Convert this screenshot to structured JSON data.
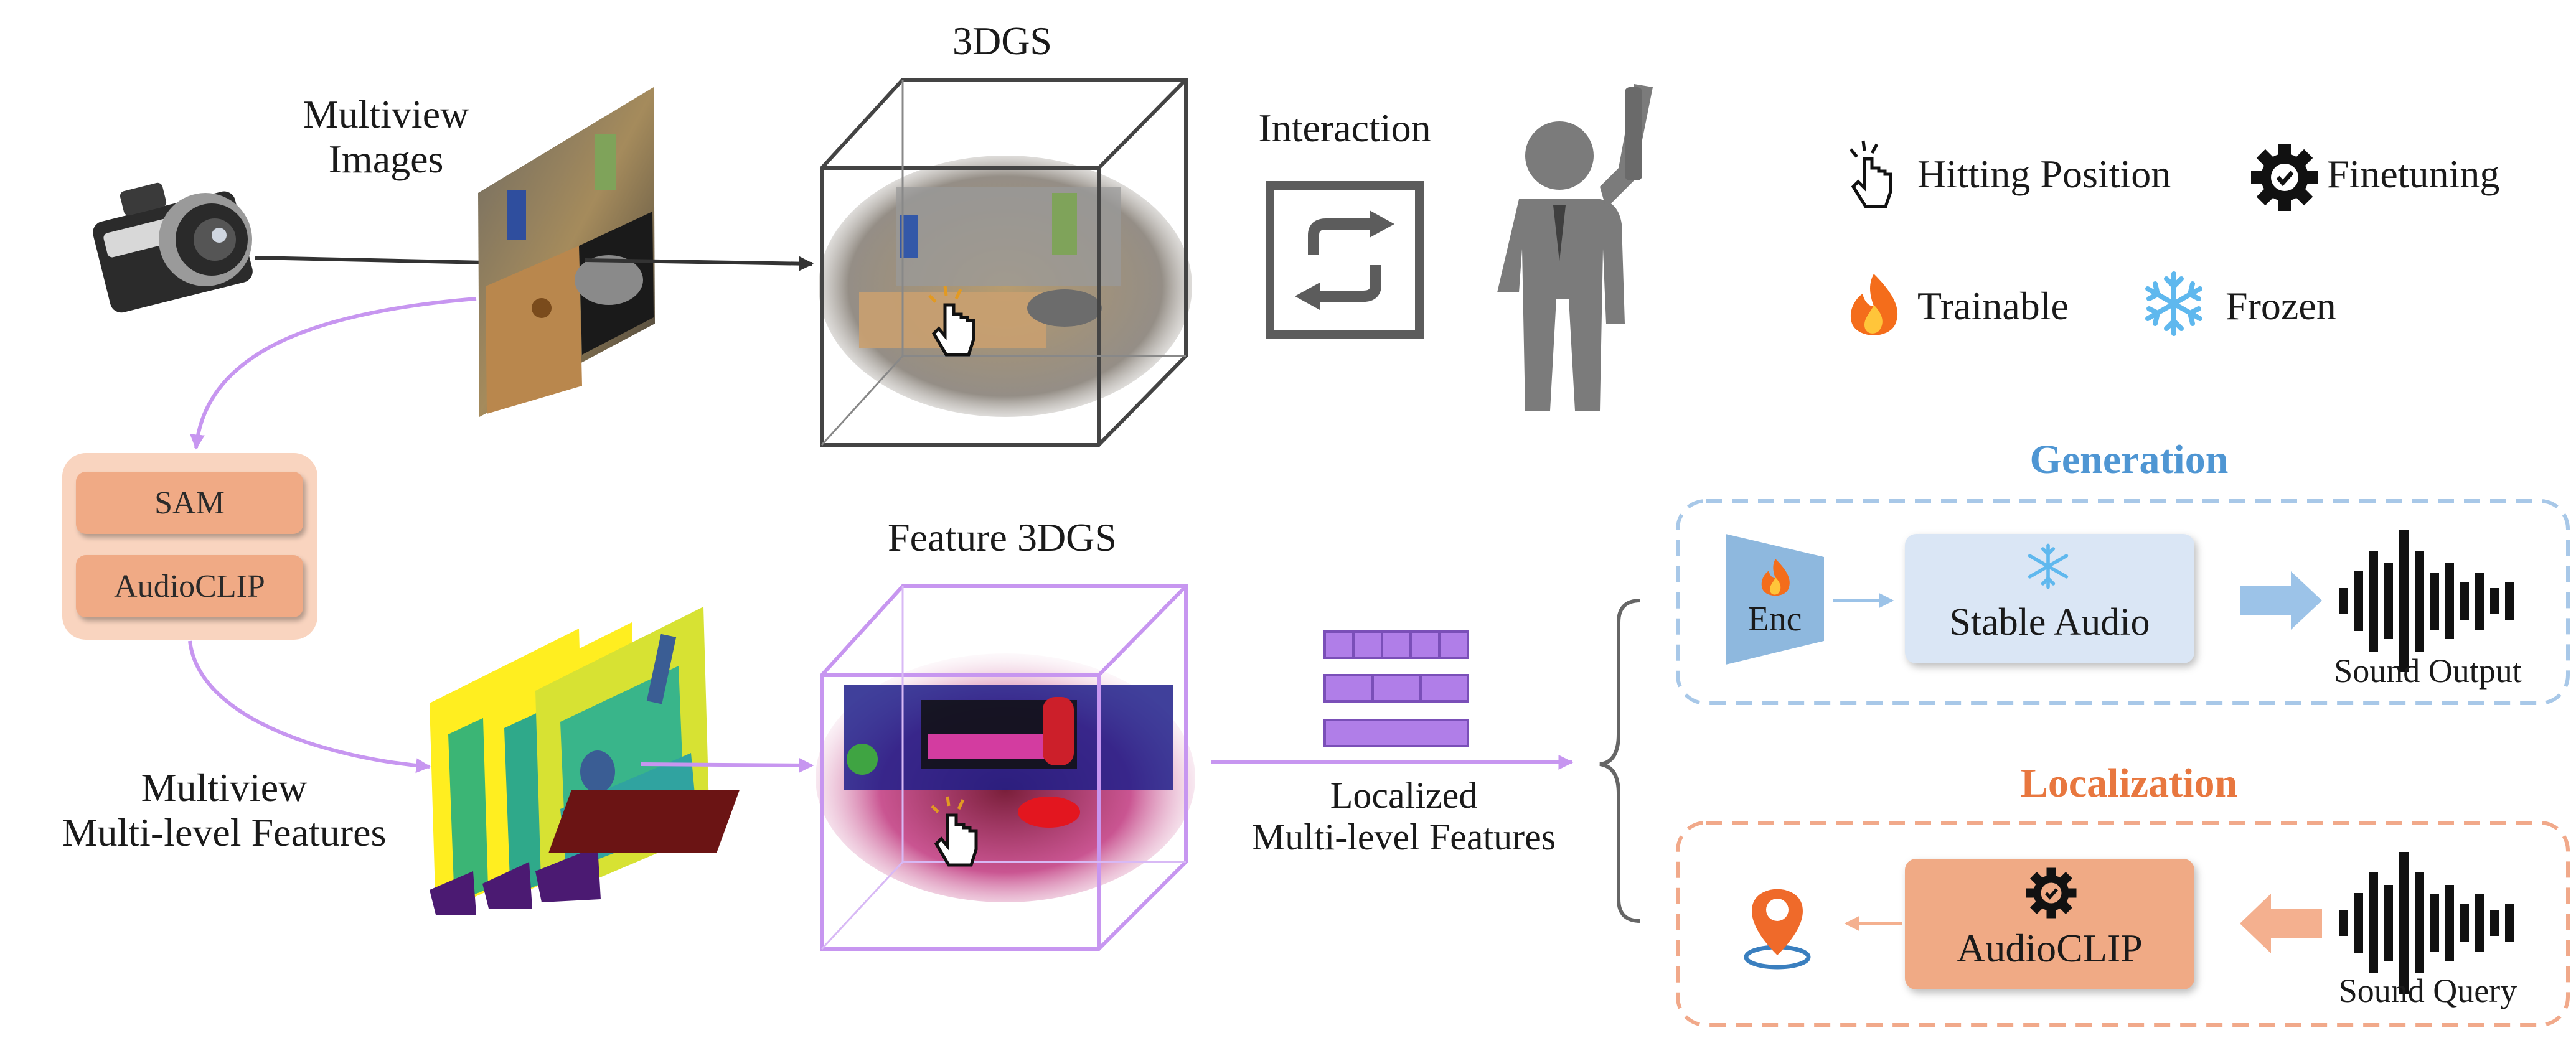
{
  "pipeline": {
    "camera_label": "Multiview\nImages",
    "recon_label": "3DGS",
    "interaction_label": "Interaction",
    "feature_recon_label": "Feature 3DGS",
    "multilevel_label": "Multiview\nMulti-level Features",
    "localized_label": "Localized\nMulti-level Features",
    "extractors": [
      "SAM",
      "AudioCLIP"
    ]
  },
  "legend": {
    "hitting_position": "Hitting Position",
    "finetuning": "Finetuning",
    "trainable": "Trainable",
    "frozen": "Frozen"
  },
  "generation": {
    "title": "Generation",
    "encoder": "Enc",
    "model": "Stable Audio",
    "output": "Sound Output"
  },
  "localization": {
    "title": "Localization",
    "model": "AudioCLIP",
    "query": "Sound Query"
  },
  "colors": {
    "purple_arrow": "#c796f0",
    "generation_blue": "#4f96d3",
    "localization_orange": "#e8773f",
    "pill_orange": "#f0aa85",
    "stable_audio_fill": "#dae6f5",
    "feature_bar": "#b07ee8"
  },
  "icons": [
    "camera-icon",
    "refresh-icon",
    "person-icon",
    "pointer-hand-icon",
    "gear-check-icon",
    "flame-icon",
    "snowflake-icon",
    "location-pin-icon",
    "waveform-icon"
  ]
}
